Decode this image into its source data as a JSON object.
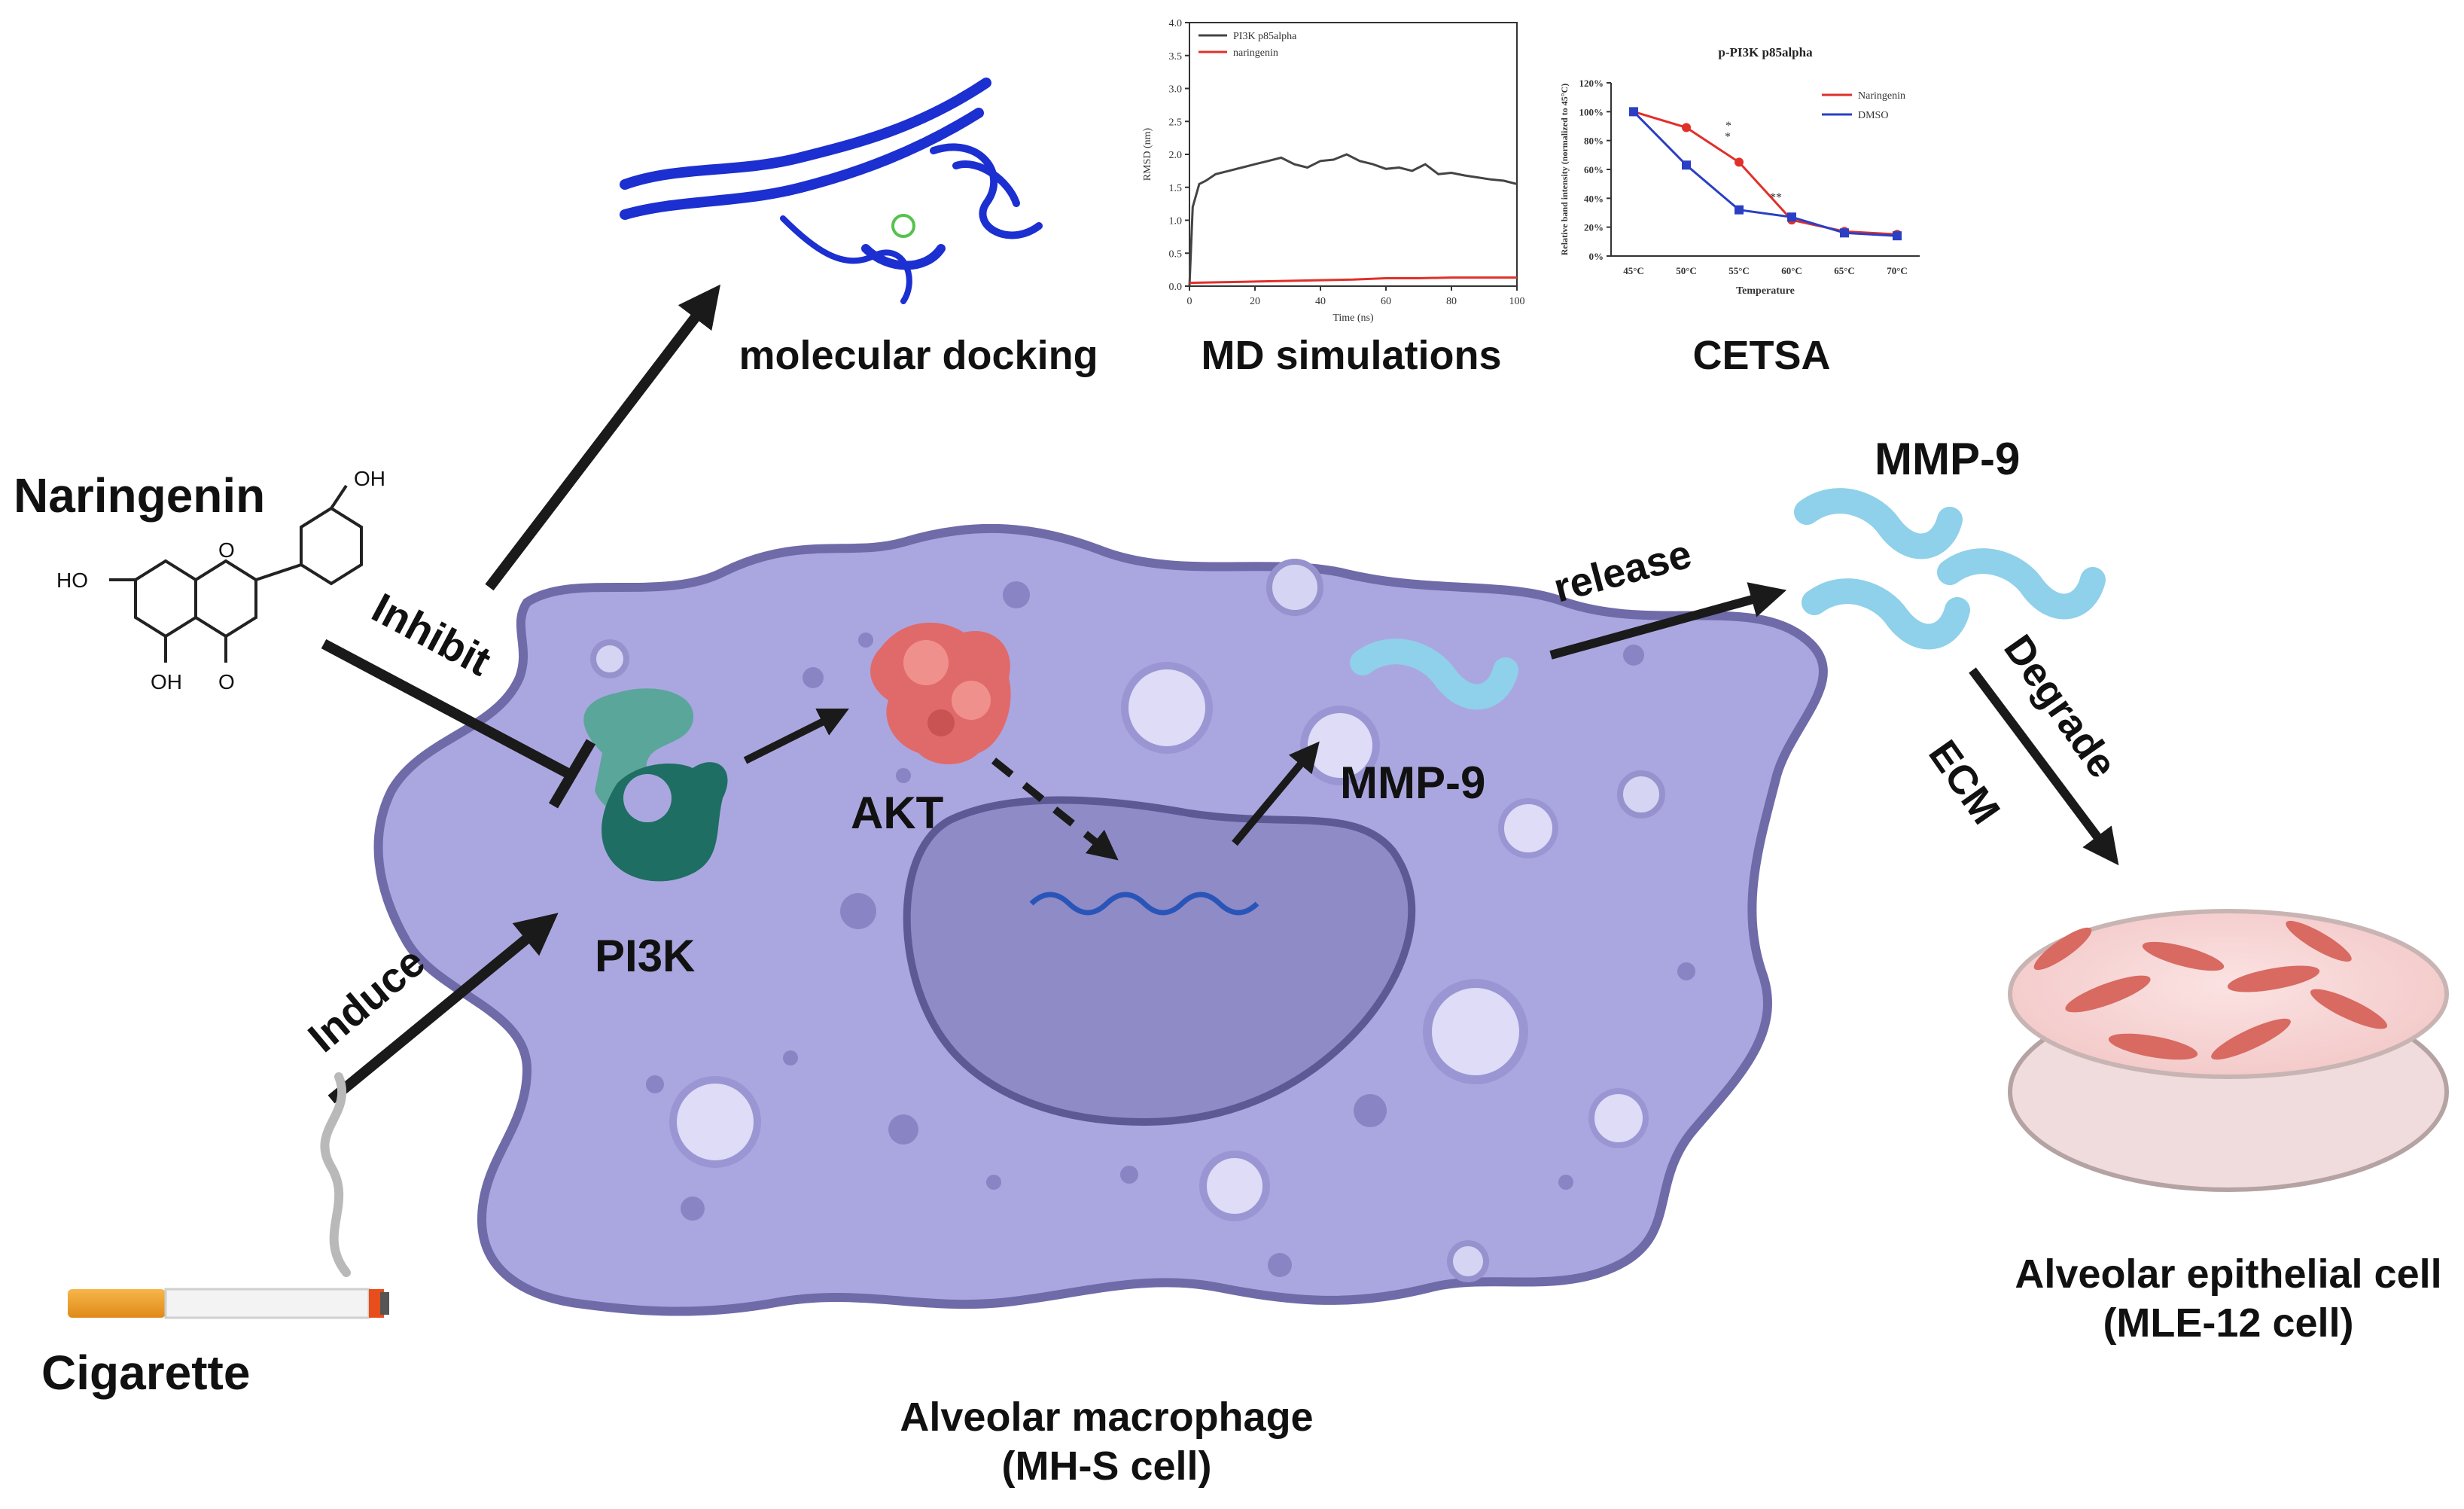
{
  "labels": {
    "naringenin": "Naringenin",
    "cigarette": "Cigarette",
    "inhibit": "Inhibit",
    "induce": "Induce",
    "pi3k": "PI3K",
    "akt": "AKT",
    "mmp9_inside": "MMP-9",
    "mmp9_outside": "MMP-9",
    "release": "release",
    "degrade": "Degrade",
    "ecm": "ECM",
    "macrophage_line1": "Alveolar macrophage",
    "macrophage_line2": "(MH-S cell)",
    "epithelial_line1": "Alveolar epithelial cell",
    "epithelial_line2": "(MLE-12 cell)",
    "docking": "molecular docking",
    "md": "MD simulations",
    "cetsa": "CETSA"
  },
  "molecule": {
    "oh_top": "OH",
    "oh_left": "HO",
    "oh_bottom": "OH",
    "o_ring": "O",
    "o_ketone": "O"
  },
  "colors": {
    "cell": "#a9a6dd",
    "cell_border": "#6f6aa8",
    "nucleus": "#8e8ac4",
    "pi3k": "#1f6e63",
    "pi3k_light": "#5ba69a",
    "akt": "#e06a6a",
    "mmp9": "#8fd0ea",
    "arrow": "#1a1a1a"
  },
  "chart_data": [
    {
      "type": "line",
      "title": "",
      "xlabel": "Time (ns)",
      "ylabel": "RMSD (nm)",
      "xlim": [
        0,
        100
      ],
      "ylim": [
        0,
        4.0
      ],
      "xticks": [
        "0",
        "20",
        "40",
        "60",
        "80",
        "100"
      ],
      "yticks": [
        "0.0",
        "0.5",
        "1.0",
        "1.5",
        "2.0",
        "2.5",
        "3.0",
        "3.5",
        "4.0"
      ],
      "legend": "top-left",
      "series": [
        {
          "name": "PI3K p85alpha",
          "color": "#444444",
          "x": [
            0,
            1,
            3,
            5,
            8,
            12,
            16,
            20,
            24,
            28,
            32,
            36,
            40,
            44,
            48,
            52,
            56,
            60,
            64,
            68,
            72,
            76,
            80,
            84,
            88,
            92,
            96,
            100
          ],
          "y": [
            0.0,
            1.2,
            1.55,
            1.6,
            1.7,
            1.75,
            1.8,
            1.85,
            1.9,
            1.95,
            1.85,
            1.8,
            1.9,
            1.92,
            2.0,
            1.9,
            1.85,
            1.78,
            1.8,
            1.75,
            1.85,
            1.7,
            1.72,
            1.68,
            1.65,
            1.62,
            1.6,
            1.55
          ]
        },
        {
          "name": "naringenin",
          "color": "#e0302a",
          "x": [
            0,
            10,
            20,
            30,
            40,
            50,
            60,
            70,
            80,
            90,
            100
          ],
          "y": [
            0.05,
            0.06,
            0.07,
            0.08,
            0.09,
            0.1,
            0.12,
            0.12,
            0.13,
            0.13,
            0.13
          ]
        }
      ]
    },
    {
      "type": "line",
      "title": "p-PI3K p85alpha",
      "xlabel": "Temperature",
      "ylabel": "Relative band intensity (normalized to 45°C)",
      "categories": [
        "45°C",
        "50°C",
        "55°C",
        "60°C",
        "65°C",
        "70°C"
      ],
      "ylim": [
        0,
        120
      ],
      "yticks": [
        "0%",
        "20%",
        "40%",
        "60%",
        "80%",
        "100%",
        "120%"
      ],
      "legend": "top-right",
      "annotations": [
        "*",
        "*",
        "**"
      ],
      "series": [
        {
          "name": "Naringenin",
          "color": "#e0302a",
          "values": [
            100,
            89,
            65,
            25,
            17,
            15
          ]
        },
        {
          "name": "DMSO",
          "color": "#2a3fc4",
          "values": [
            100,
            63,
            32,
            27,
            16,
            14
          ]
        }
      ]
    }
  ]
}
